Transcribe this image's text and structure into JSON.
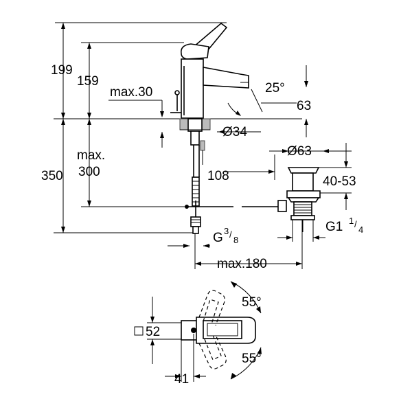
{
  "dimensions": {
    "total_height": "199",
    "spout_height": "159",
    "deck_thickness_label": "max.30",
    "angle_top": "25°",
    "spout_projection": "63",
    "hole_diameter": "Ø34",
    "max_label": "max.",
    "hose_length": "300",
    "below_deck_length": "350",
    "reach": "108",
    "waste_diameter": "Ø63",
    "waste_range": "40-53",
    "connection_prefix": "G",
    "connection_sup": "3",
    "connection_sub": "8",
    "waste_thread_prefix": "G1",
    "waste_thread_sup": "1",
    "waste_thread_sub": "4",
    "max_width": "max.180",
    "rotation_upper": "55°",
    "rotation_lower": "55°",
    "base_square": "52",
    "base_offset": "41"
  }
}
